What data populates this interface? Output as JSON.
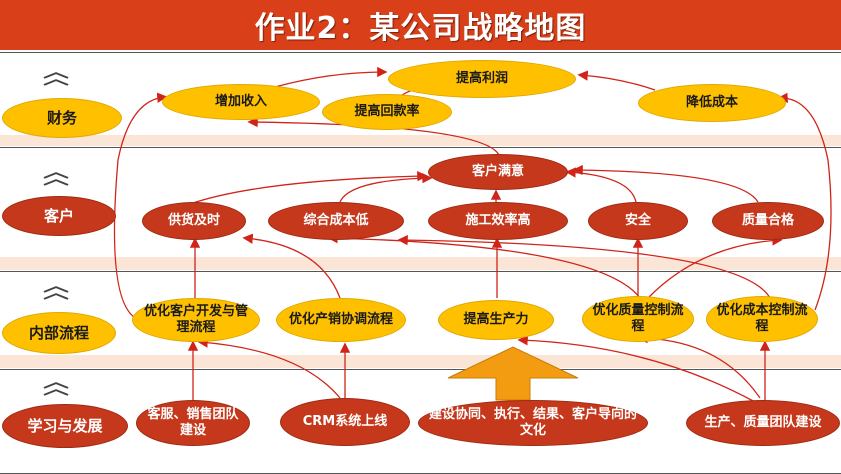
{
  "title": "作业2：某公司战略地图",
  "layers": {
    "finance": "财务",
    "customer": "客户",
    "process": "内部流程",
    "learning": "学习与发展"
  },
  "finance": {
    "profit": "提高利润",
    "revenue": "增加收入",
    "collection": "提高回款率",
    "cost": "降低成本"
  },
  "customer": {
    "satisfaction": "客户满意",
    "delivery": "供货及时",
    "cost": "综合成本低",
    "efficiency": "施工效率高",
    "safety": "安全",
    "quality": "质量合格"
  },
  "process": {
    "dev": "优化客户开发与管理流程",
    "sales": "优化产销协调流程",
    "productivity": "提高生产力",
    "quality": "优化质量控制流程",
    "cost": "优化成本控制流程"
  },
  "learning": {
    "service": "客服、销售团队建设",
    "crm": "CRM系统上线",
    "culture": "建设协同、执行、结果、客户导向的文化",
    "production": "生产、质量团队建设"
  },
  "colors": {
    "title_bg": "#d9401a",
    "yellow": "#ffc000",
    "red": "#c5381c",
    "strip": "#fbe5d6",
    "arrow": "#d0241a",
    "big_arrow": "#f39c12"
  }
}
